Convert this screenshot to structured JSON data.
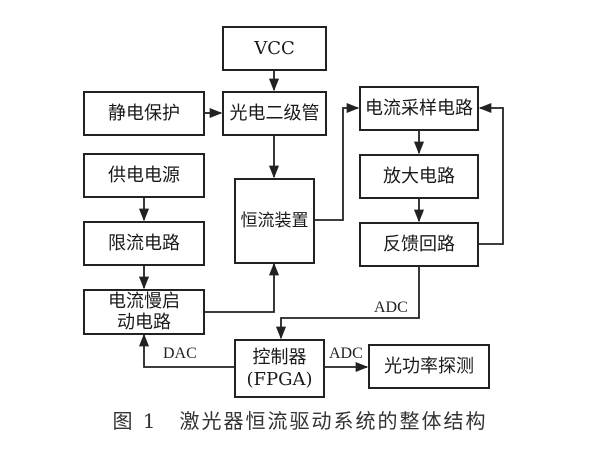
{
  "diagram": {
    "type": "block-diagram",
    "blocks": {
      "vcc": "VCC",
      "esd_protection": "静电保护",
      "photodiode": "光电二级管",
      "power_supply": "供电电源",
      "current_limit": "限流电路",
      "soft_start": "电流慢启\n动电路",
      "constant_current": "恒流装置",
      "current_sampling": "电流采样电路",
      "amplifier": "放大电路",
      "feedback_loop": "反馈回路",
      "controller": "控制器\n(FPGA)",
      "optical_power_detection": "光功率探测"
    },
    "edge_labels": {
      "feedback_to_controller": "ADC",
      "controller_to_soft_start": "DAC",
      "controller_to_power_detect": "ADC"
    },
    "edges": [
      {
        "from": "vcc",
        "to": "photodiode"
      },
      {
        "from": "esd_protection",
        "to": "photodiode"
      },
      {
        "from": "photodiode",
        "to": "constant_current"
      },
      {
        "from": "constant_current",
        "to": "current_sampling"
      },
      {
        "from": "current_sampling",
        "to": "amplifier"
      },
      {
        "from": "amplifier",
        "to": "feedback_loop"
      },
      {
        "from": "feedback_loop",
        "to": "current_sampling"
      },
      {
        "from": "feedback_loop",
        "to": "controller",
        "label": "ADC"
      },
      {
        "from": "power_supply",
        "to": "current_limit"
      },
      {
        "from": "current_limit",
        "to": "soft_start"
      },
      {
        "from": "soft_start",
        "to": "constant_current"
      },
      {
        "from": "controller",
        "to": "soft_start",
        "label": "DAC"
      },
      {
        "from": "controller",
        "to": "optical_power_detection",
        "label": "ADC"
      }
    ],
    "caption": {
      "figure_number": "图 1",
      "title": "激光器恒流驱动系统的整体结构"
    }
  }
}
